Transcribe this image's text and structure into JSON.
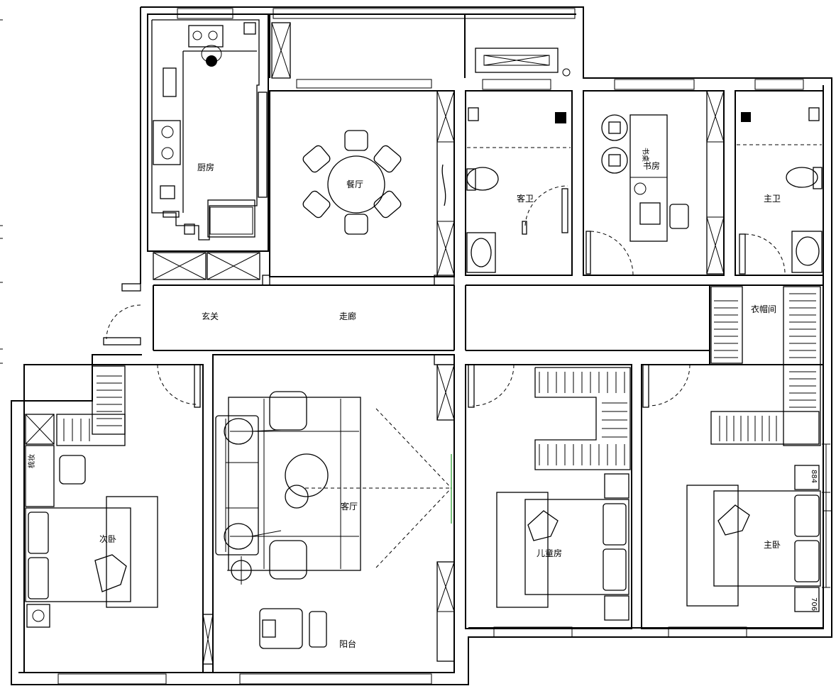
{
  "rooms": {
    "kitchen": "厨房",
    "dining": "餐厅",
    "guest_bath": "客卫",
    "study": "书房",
    "master_bath": "主卫",
    "entrance": "玄关",
    "corridor": "走廊",
    "cloakroom": "衣帽间",
    "second_bedroom": "次卧",
    "living_room": "客厅",
    "kids_room": "儿童房",
    "master_bedroom": "主卧",
    "balcony": "阳台"
  },
  "dimensions": {
    "upper": "884",
    "lower": "706"
  },
  "furniture_text": {
    "study_desk": "书桌",
    "bedside_note": "梳妆"
  }
}
